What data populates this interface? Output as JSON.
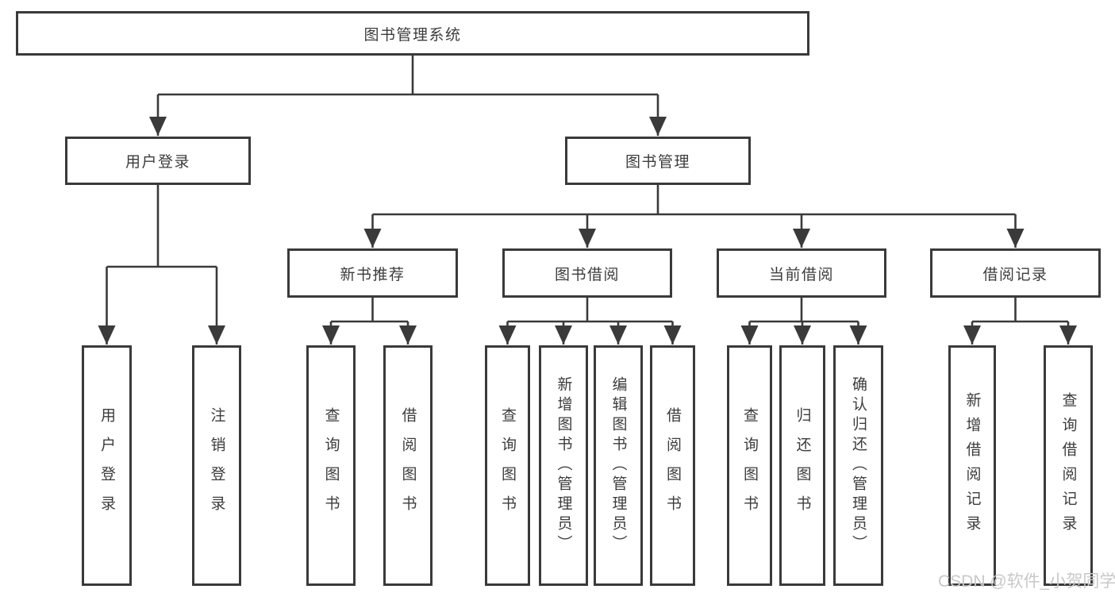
{
  "diagram": {
    "root": {
      "label": "图书管理系统"
    },
    "level2": [
      {
        "id": "user-login",
        "label": "用户登录"
      },
      {
        "id": "book-management",
        "label": "图书管理"
      }
    ],
    "level3": [
      {
        "id": "new-book-recommend",
        "label": "新书推荐"
      },
      {
        "id": "book-borrowing",
        "label": "图书借阅"
      },
      {
        "id": "current-borrowing",
        "label": "当前借阅"
      },
      {
        "id": "borrowing-records",
        "label": "借阅记录"
      }
    ],
    "leaves": [
      {
        "label": "用户登录"
      },
      {
        "label": "注销登录"
      },
      {
        "label": "查询图书"
      },
      {
        "label": "借阅图书"
      },
      {
        "label": "查询图书"
      },
      {
        "label": "新增图书（管理员）"
      },
      {
        "label": "编辑图书（管理员）"
      },
      {
        "label": "借阅图书"
      },
      {
        "label": "查询图书"
      },
      {
        "label": "归还图书"
      },
      {
        "label": "确认归还（管理员）"
      },
      {
        "label": "新增借阅记录"
      },
      {
        "label": "查询借阅记录"
      }
    ]
  },
  "watermark": {
    "text": "CSDN @软件_小贺同学"
  },
  "colors": {
    "line": "#3a3a3a",
    "text": "#3c3c3c",
    "box_background": "#ffffff",
    "watermark": "#c8c8c8",
    "page_background": "#ffffff"
  }
}
